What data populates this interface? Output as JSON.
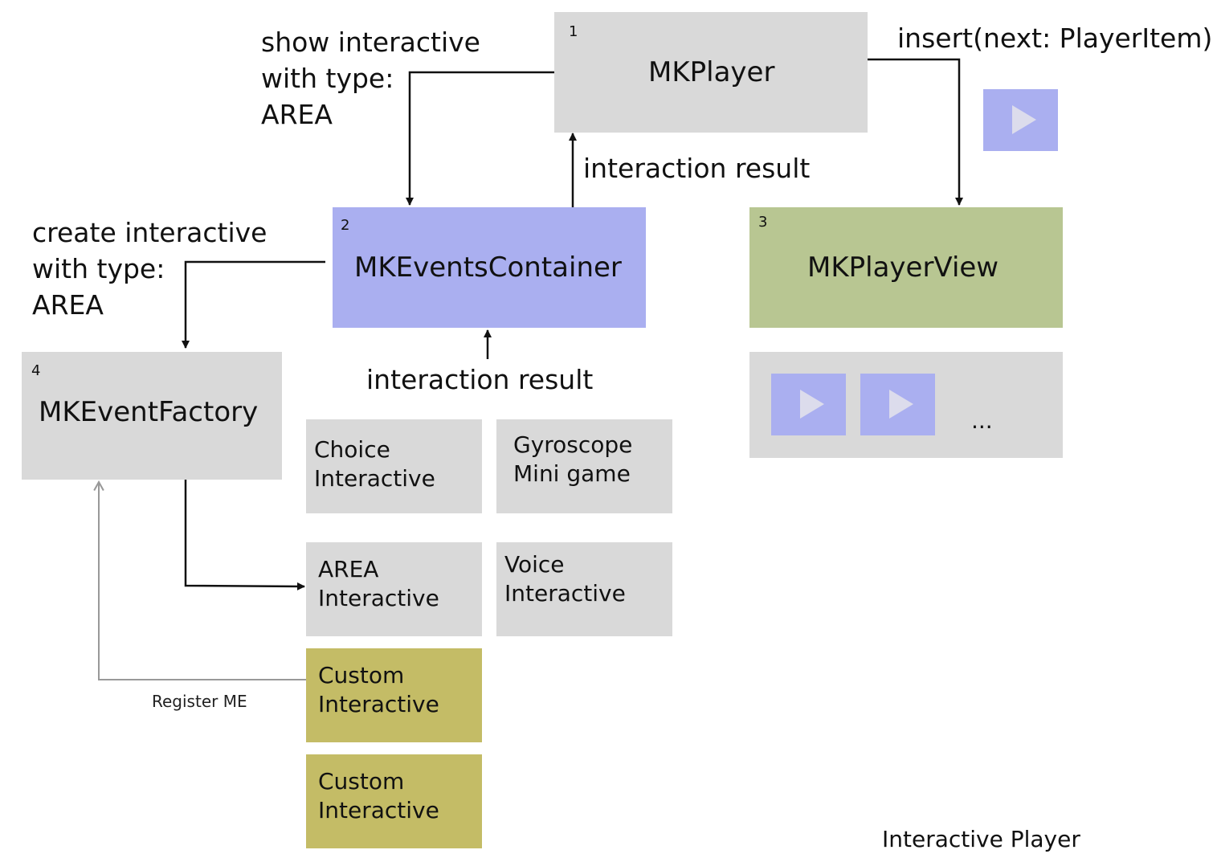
{
  "nodes": {
    "player": {
      "num": "1",
      "title": "MKPlayer"
    },
    "events_container": {
      "num": "2",
      "title": "MKEventsContainer"
    },
    "player_view": {
      "num": "3",
      "title": "MKPlayerView"
    },
    "event_factory": {
      "num": "4",
      "title": "MKEventFactory"
    }
  },
  "edges": {
    "show_interactive": [
      "show interactive",
      "with type:",
      "AREA"
    ],
    "insert_next": "insert(next: PlayerItem)",
    "interaction_result_top": "interaction result",
    "create_interactive": [
      "create interactive",
      "with type:",
      "AREA"
    ],
    "interaction_result_bottom": "interaction result",
    "register_me": "Register ME"
  },
  "interactives": [
    {
      "lines": [
        "Choice",
        "Interactive"
      ],
      "kind": "builtin"
    },
    {
      "lines": [
        "Gyroscope",
        "Mini game"
      ],
      "kind": "builtin"
    },
    {
      "lines": [
        "AREA",
        "Interactive"
      ],
      "kind": "builtin"
    },
    {
      "lines": [
        "Voice",
        "Interactive"
      ],
      "kind": "builtin"
    },
    {
      "lines": [
        "Custom",
        "Interactive"
      ],
      "kind": "custom"
    },
    {
      "lines": [
        "Custom",
        "Interactive"
      ],
      "kind": "custom"
    }
  ],
  "playlist": {
    "more": "..."
  },
  "icons": [
    "play-icon"
  ],
  "colors": {
    "gray": "#d9d9d9",
    "purple": "#aaaff0",
    "green": "#b8c692",
    "olive": "#c4bc66"
  },
  "caption": "Interactive Player"
}
